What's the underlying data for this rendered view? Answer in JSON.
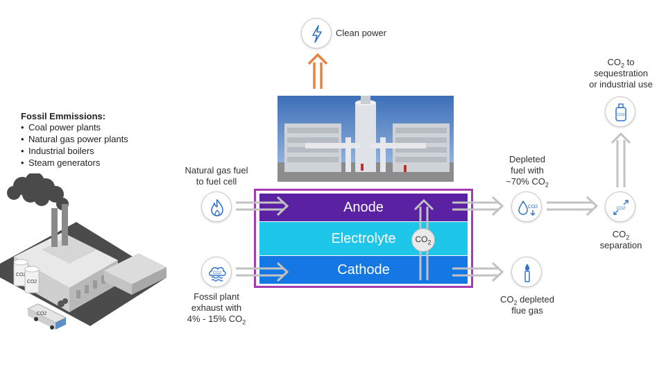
{
  "emissions": {
    "title": "Fossil Emmissions:",
    "items": [
      "Coal power plants",
      "Natural gas power plants",
      "Industrial boilers",
      "Steam generators"
    ]
  },
  "clean_power": {
    "label": "Clean power"
  },
  "inputs": {
    "natural_gas": {
      "line1": "Natural gas fuel",
      "line2": "to fuel cell"
    },
    "exhaust": {
      "line1": "Fossil plant",
      "line2": "exhaust with",
      "line3_prefix": "4% - 15% CO",
      "line3_sub": "2"
    }
  },
  "layers": {
    "anode": "Anode",
    "electrolyte": "Electrolyte",
    "cathode": "Cathode"
  },
  "co2_bubble": {
    "text": "CO",
    "sub": "2"
  },
  "outputs": {
    "depleted_fuel": {
      "line1": "Depleted",
      "line2": "fuel with",
      "line3_prefix": "~70% CO",
      "line3_sub": "2"
    },
    "flue_gas": {
      "line1_prefix": "CO",
      "line1_sub": "2",
      "line1_suffix": " depleted",
      "line2": "flue gas"
    },
    "separation": {
      "line1_prefix": "CO",
      "line1_sub": "2",
      "line2": "separation"
    },
    "sequestration": {
      "line1_prefix": "CO",
      "line1_sub": "2",
      "line1_suffix": " to",
      "line2": "sequestration",
      "line3": "or industrial use"
    }
  },
  "icon_labels": {
    "factory_tank_1": "CO2",
    "factory_tank_2": "CO2",
    "factory_truck": "CO2",
    "cloud": "CO2",
    "fuel_drop": "CO2",
    "separation": "CO2",
    "bottle": "CO2"
  },
  "colors": {
    "anode": "#5b21a3",
    "electrolyte": "#1ec6ea",
    "cathode": "#1577e3",
    "stack_border": "#a23cb0",
    "arrow_gray": "#c2c2c2",
    "clean_power_arrow": "#e8823e",
    "icon_blue": "#2f72c9"
  }
}
